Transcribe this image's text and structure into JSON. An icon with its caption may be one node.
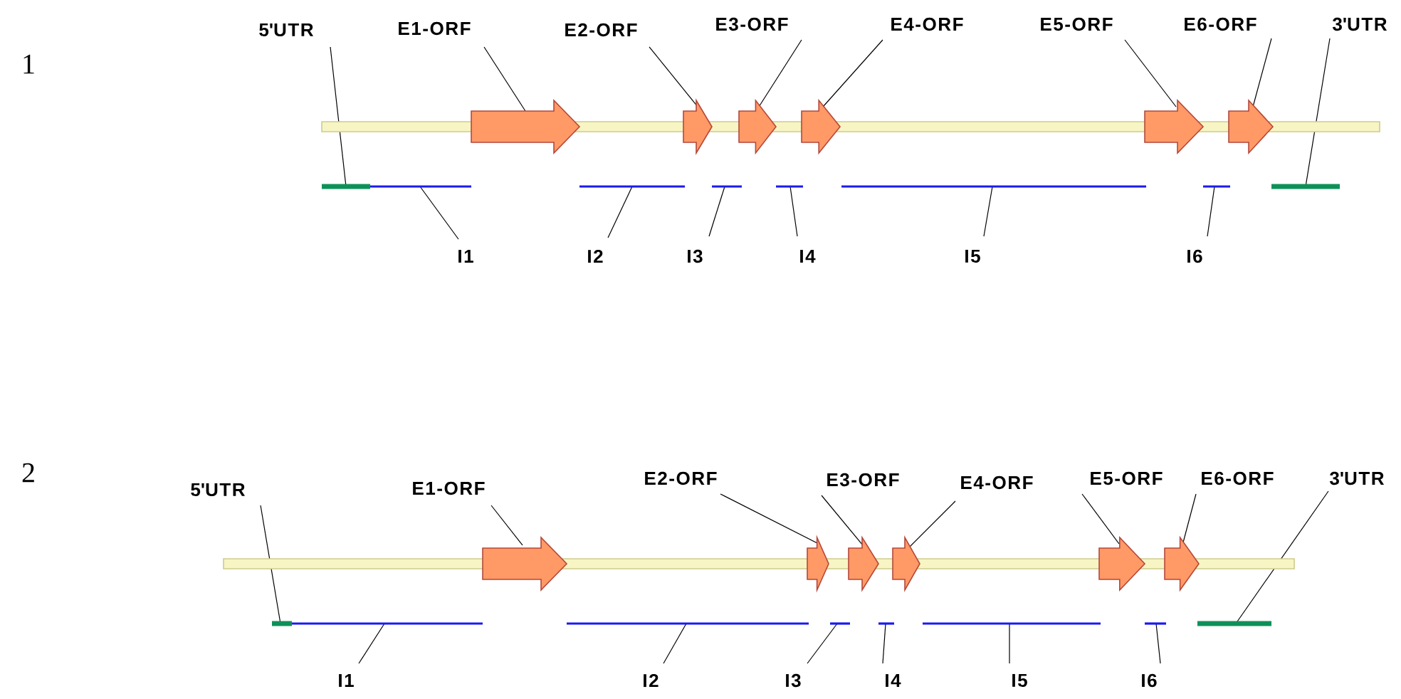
{
  "diagram": {
    "nodes": [
      {
        "text": [
          "5'UTR"
        ]
      },
      {
        "text": [
          "E1-ORF"
        ]
      },
      {
        "text": [
          "E2-ORF"
        ]
      },
      {
        "text": [
          "E3-ORF"
        ]
      },
      {
        "text": [
          "E4-ORF"
        ]
      },
      {
        "text": [
          "E5-ORF"
        ]
      },
      {
        "text": [
          "E6-ORF"
        ]
      },
      {
        "text": [
          "3'UTR"
        ]
      },
      {
        "text": [],
        "shape": "arrow"
      },
      {
        "text": [],
        "shape": "arrow"
      },
      {
        "text": [],
        "shape": "arrow"
      },
      {
        "text": [],
        "shape": "arrow"
      },
      {
        "text": [],
        "shape": "arrow"
      },
      {
        "text": [],
        "shape": "arrow"
      },
      {
        "text": [],
        "shape": "bar"
      },
      {
        "text": [],
        "shape": "bar"
      },
      {
        "text": [],
        "shape": "bar"
      },
      {
        "text": [],
        "shape": "bar"
      },
      {
        "text": [],
        "shape": "bar"
      },
      {
        "text": [],
        "shape": "bar"
      },
      {
        "text": [],
        "shape": "bar"
      },
      {
        "text": [],
        "shape": "bar"
      },
      {
        "text": [
          "I1"
        ]
      },
      {
        "text": [
          "I2"
        ]
      },
      {
        "text": [
          "I3"
        ]
      },
      {
        "text": [
          "I4"
        ]
      },
      {
        "text": [
          "I5"
        ]
      },
      {
        "text": [
          "I6"
        ]
      },
      {
        "text": [
          "5'UTR"
        ]
      },
      {
        "text": [
          "E1-ORF"
        ]
      },
      {
        "text": [
          "E2-ORF"
        ]
      },
      {
        "text": [
          "E3-ORF"
        ]
      },
      {
        "text": [
          "E4-ORF"
        ]
      },
      {
        "text": [
          "E5-ORF"
        ]
      },
      {
        "text": [
          "E6-ORF"
        ]
      },
      {
        "text": [
          "3'UTR"
        ]
      },
      {
        "text": [],
        "shape": "arrow"
      },
      {
        "text": [],
        "shape": "arrow"
      },
      {
        "text": [],
        "shape": "arrow"
      },
      {
        "text": [],
        "shape": "arrow"
      },
      {
        "text": [],
        "shape": "arrow"
      },
      {
        "text": [],
        "shape": "arrow"
      },
      {
        "text": [],
        "shape": "bar"
      },
      {
        "text": [],
        "shape": "bar"
      },
      {
        "text": [],
        "shape": "bar"
      },
      {
        "text": [],
        "shape": "bar"
      },
      {
        "text": [],
        "shape": "bar"
      },
      {
        "text": [],
        "shape": "bar"
      },
      {
        "text": [],
        "shape": "bar"
      },
      {
        "text": [],
        "shape": "bar"
      },
      {
        "text": [
          "I1"
        ]
      },
      {
        "text": [
          "I2"
        ]
      },
      {
        "text": [
          "I3"
        ]
      },
      {
        "text": [
          "I4"
        ]
      },
      {
        "text": [
          "I5"
        ]
      },
      {
        "text": [
          "I6"
        ]
      }
    ],
    "edges": [
      {
        "from": 0,
        "to": 14,
        "arrow": "none"
      },
      {
        "from": 1,
        "to": 8,
        "arrow": "none"
      },
      {
        "from": 2,
        "to": 9,
        "arrow": "none"
      },
      {
        "from": 3,
        "to": 10,
        "arrow": "none"
      },
      {
        "from": 4,
        "to": 11,
        "arrow": "none"
      },
      {
        "from": 5,
        "to": 12,
        "arrow": "none"
      },
      {
        "from": 6,
        "to": 13,
        "arrow": "none"
      },
      {
        "from": 7,
        "to": 21,
        "arrow": "none"
      },
      {
        "from": 22,
        "to": 15,
        "arrow": "none"
      },
      {
        "from": 23,
        "to": 16,
        "arrow": "none"
      },
      {
        "from": 24,
        "to": 17,
        "arrow": "none"
      },
      {
        "from": 25,
        "to": 18,
        "arrow": "none"
      },
      {
        "from": 26,
        "to": 19,
        "arrow": "none"
      },
      {
        "from": 27,
        "to": 20,
        "arrow": "none"
      },
      {
        "from": 28,
        "to": 42,
        "arrow": "none"
      },
      {
        "from": 29,
        "to": 36,
        "arrow": "none"
      },
      {
        "from": 30,
        "to": 37,
        "arrow": "none"
      },
      {
        "from": 31,
        "to": 38,
        "arrow": "none"
      },
      {
        "from": 32,
        "to": 39,
        "arrow": "none"
      },
      {
        "from": 33,
        "to": 40,
        "arrow": "none"
      },
      {
        "from": 34,
        "to": 41,
        "arrow": "none"
      },
      {
        "from": 35,
        "to": 49,
        "arrow": "none"
      },
      {
        "from": 50,
        "to": 43,
        "arrow": "none"
      },
      {
        "from": 51,
        "to": 44,
        "arrow": "none"
      },
      {
        "from": 52,
        "to": 45,
        "arrow": "none"
      },
      {
        "from": 53,
        "to": 46,
        "arrow": "none"
      },
      {
        "from": 54,
        "to": 47,
        "arrow": "none"
      },
      {
        "from": 55,
        "to": 48,
        "arrow": "none"
      }
    ],
    "labels": [
      "1",
      "2"
    ]
  }
}
